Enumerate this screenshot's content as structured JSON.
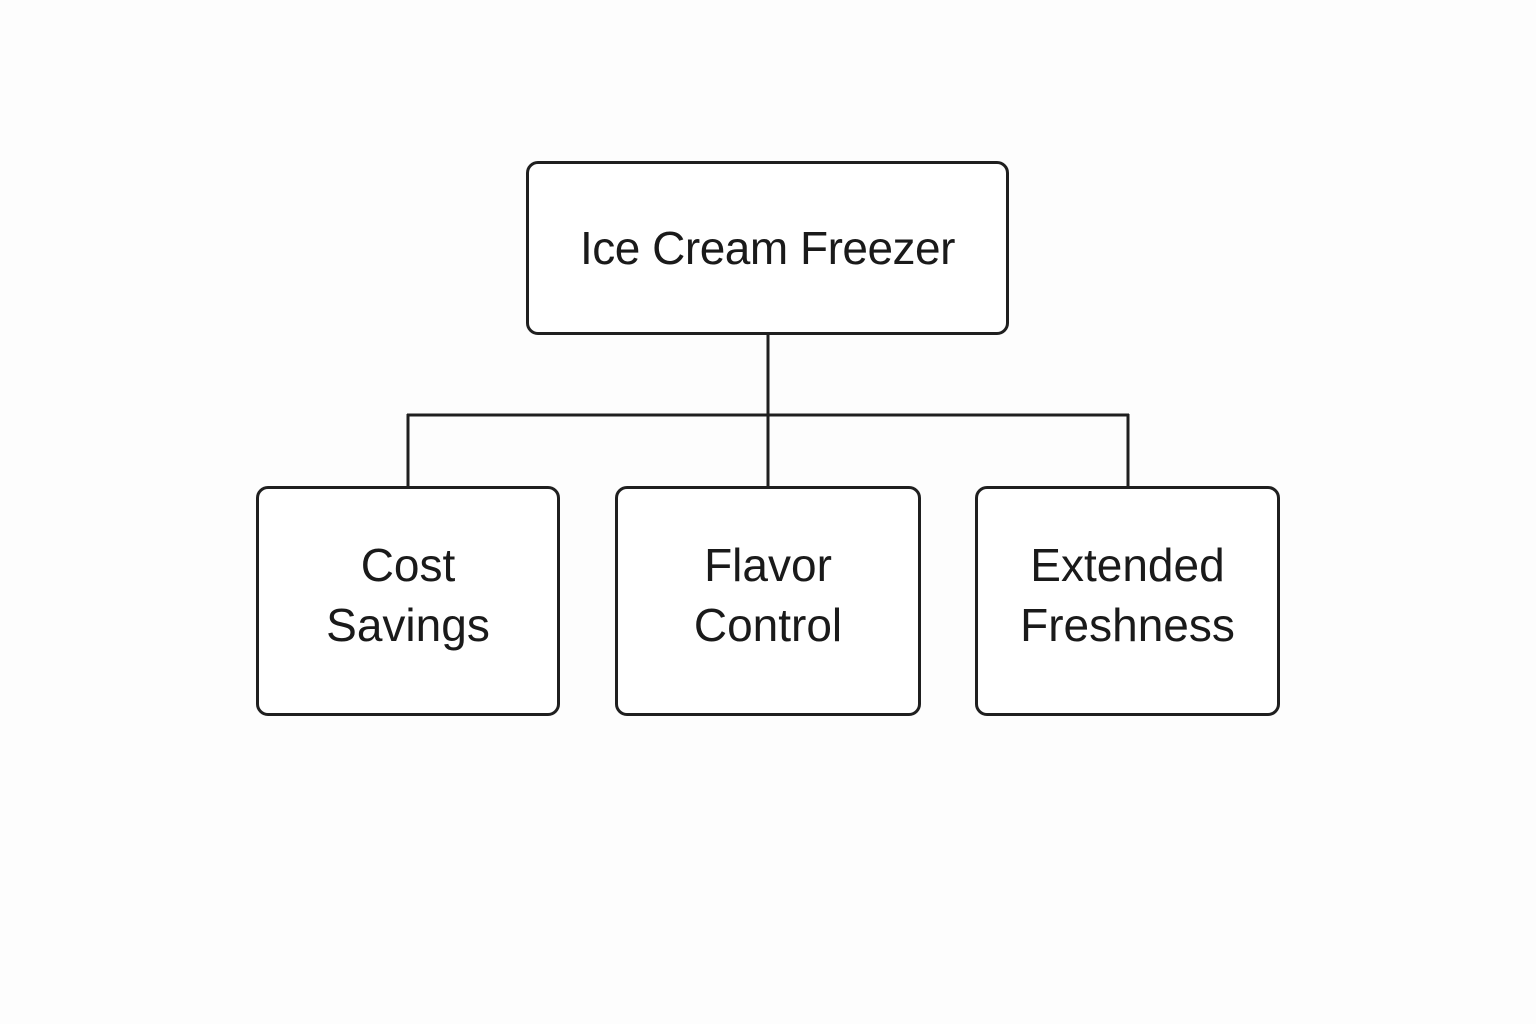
{
  "diagram": {
    "root": {
      "label": "Ice Cream Freezer"
    },
    "children": [
      {
        "line1": "Cost",
        "line2": "Savings"
      },
      {
        "line1": "Flavor",
        "line2": "Control"
      },
      {
        "line1": "Extended",
        "line2": "Freshness"
      }
    ]
  },
  "colors": {
    "stroke": "#1f1f1f",
    "text": "#1a1a1a",
    "background": "#fdfdfd"
  }
}
